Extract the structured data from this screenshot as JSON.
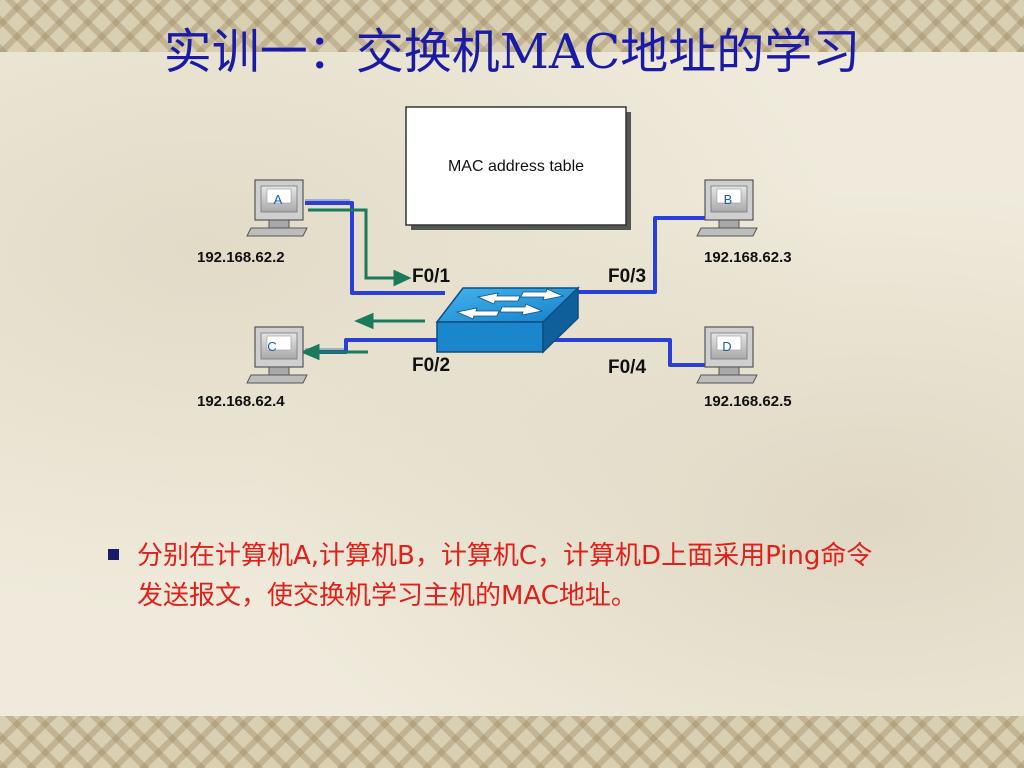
{
  "slide": {
    "title": "实训一：交换机MAC地址的学习",
    "bullet_text": "分别在计算机A,计算机B，计算机C，计算机D上面采用Ping命令发送报文，使交换机学习主机的MAC地址。"
  },
  "diagram": {
    "mac_table_label": "MAC address table",
    "hosts": [
      {
        "id": "A",
        "ip": "192.168.62.2"
      },
      {
        "id": "B",
        "ip": "192.168.62.3"
      },
      {
        "id": "C",
        "ip": "192.168.62.4"
      },
      {
        "id": "D",
        "ip": "192.168.62.5"
      }
    ],
    "ports": [
      "F0/1",
      "F0/2",
      "F0/3",
      "F0/4"
    ]
  },
  "colors": {
    "title": "#1a1aa6",
    "bullet_text": "#e0201b",
    "cable": "#2b3fd6",
    "arrow": "#1a7a5a",
    "switch": "#1e90d6"
  }
}
